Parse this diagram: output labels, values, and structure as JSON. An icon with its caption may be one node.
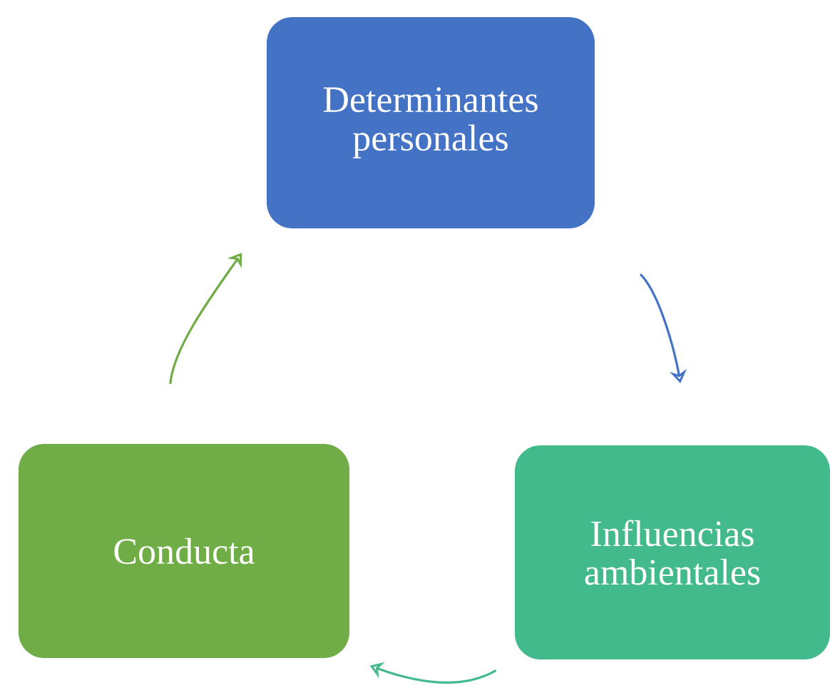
{
  "diagram": {
    "nodes": [
      {
        "text": [
          "Determinantes personales"
        ]
      },
      {
        "text": [
          "Influencias ambientales"
        ]
      },
      {
        "text": [
          "Conducta"
        ]
      }
    ],
    "edges": [
      {
        "from": 0,
        "to": 1,
        "arrow": "to",
        "color": "#4472c4"
      },
      {
        "from": 1,
        "to": 2,
        "arrow": "to",
        "color": "#43ba8c"
      },
      {
        "from": 2,
        "to": 0,
        "arrow": "to",
        "color": "#70ad47"
      }
    ]
  }
}
